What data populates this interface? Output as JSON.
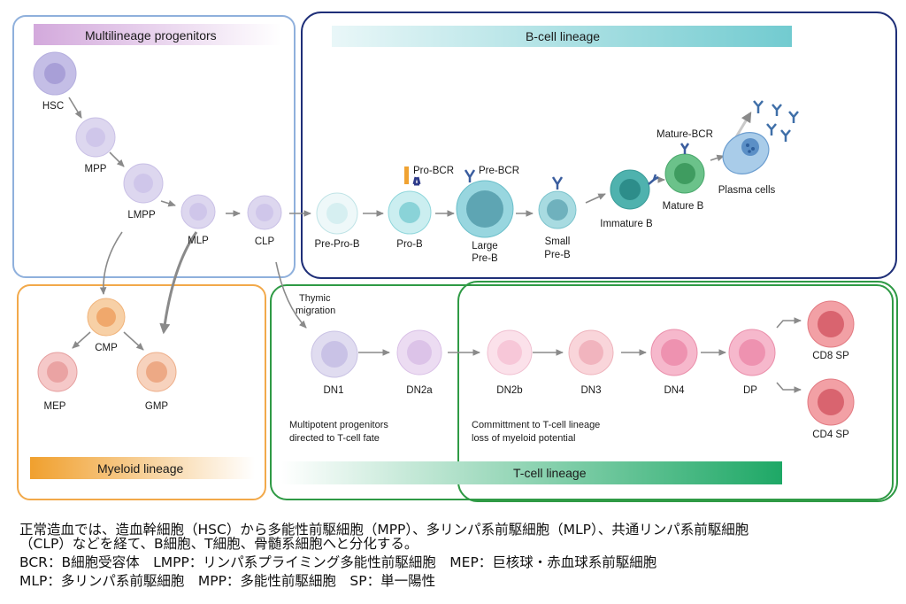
{
  "colors": {
    "progenitor_box": "#8fb0dc",
    "bcell_box": "#1f2f78",
    "myeloid_box": "#f2a94a",
    "tcell_box": "#2f9a45",
    "progenitor_banner": "#d9b8e0",
    "bcell_banner": "#7fcfd3",
    "myeloid_banner": "#f2a53a",
    "tcell_banner": "#27a86a"
  },
  "headers": {
    "progenitors": "Multilineage progenitors",
    "bcell": "B-cell lineage",
    "myeloid": "Myeloid lineage",
    "tcell": "T-cell lineage"
  },
  "cells": {
    "hsc": "HSC",
    "mpp": "MPP",
    "lmpp": "LMPP",
    "mlp": "MLP",
    "clp": "CLP",
    "prepro_b": "Pre-Pro-B",
    "pro_b": "Pro-B",
    "large_pre_b_1": "Large",
    "large_pre_b_2": "Pre-B",
    "small_pre_b_1": "Small",
    "small_pre_b_2": "Pre-B",
    "immature_b": "Immature B",
    "mature_b": "Mature B",
    "plasma": "Plasma cells",
    "cmp": "CMP",
    "mep": "MEP",
    "gmp": "GMP",
    "dn1": "DN1",
    "dn2a": "DN2a",
    "dn2b": "DN2b",
    "dn3": "DN3",
    "dn4": "DN4",
    "dp": "DP",
    "cd8": "CD8 SP",
    "cd4": "CD4 SP"
  },
  "receptors": {
    "pro_bcr": "Pro-BCR",
    "pre_bcr": "Pre-BCR",
    "mature_bcr": "Mature-BCR"
  },
  "annotations": {
    "thymic_1": "Thymic",
    "thymic_2": "migration",
    "multipotent_1": "Multipotent progenitors",
    "multipotent_2": "directed to T-cell fate",
    "commit_1": "Committment to T-cell lineage",
    "commit_2": "loss of myeloid potential"
  },
  "caption": {
    "line1": "正常造血では、造血幹細胞（HSC）から多能性前駆細胞（MPP）、多リンパ系前駆細胞（MLP）、共通リンパ系前駆細胞",
    "line2": "（CLP）などを経て、B細胞、T細胞、骨髄系細胞へと分化する。",
    "line3": "BCR：B細胞受容体　LMPP：リンパ系プライミング多能性前駆細胞　MEP：巨核球・赤血球系前駆細胞",
    "line4": "MLP：多リンパ系前駆細胞　MPP：多能性前駆細胞　SP：単一陽性"
  }
}
